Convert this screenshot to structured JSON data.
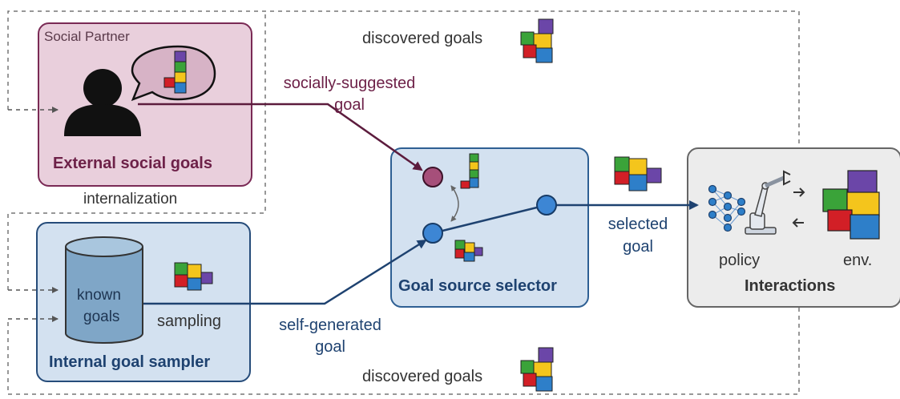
{
  "social": {
    "partner_label": "Social Partner",
    "title": "External social goals"
  },
  "internal": {
    "title": "Internal goal sampler",
    "cylinder_line1": "known",
    "cylinder_line2": "goals",
    "sampling_label": "sampling"
  },
  "selector": {
    "title": "Goal source selector"
  },
  "interactions": {
    "title": "Interactions",
    "policy_label": "policy",
    "env_label": "env."
  },
  "edges": {
    "socially_suggested_line1": "socially-suggested",
    "socially_suggested_line2": "goal",
    "self_generated_line1": "self-generated",
    "self_generated_line2": "goal",
    "selected_line1": "selected",
    "selected_line2": "goal",
    "internalization": "internalization",
    "discovered_top": "discovered goals",
    "discovered_bottom": "discovered goals"
  },
  "colors": {
    "plum": "#6d2148",
    "navy": "#1e4270",
    "cube_red": "#d21f26",
    "cube_green": "#3aa339",
    "cube_yellow": "#f4c51c",
    "cube_blue": "#2e7fc9",
    "cube_purple": "#6b46a8"
  }
}
